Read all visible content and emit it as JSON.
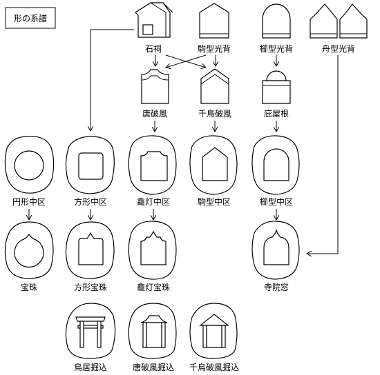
{
  "title": "形の系譜",
  "labels": {
    "shrine": "石祠",
    "koma_kohai": "駒型光背",
    "kushi_kohai": "櫛型光背",
    "fune_kohai": "舟型光背",
    "kara_hafu": "唐破風",
    "chidori_hafu": "千鳥破風",
    "hisashi_yane": "庇屋根",
    "en_chuku": "円形中区",
    "hoke_chuku": "方形中区",
    "gando_chuku": "龕灯中区",
    "koma_chuku": "駒型中区",
    "kushi_chuku": "櫛型中区",
    "hoju": "宝珠",
    "hoke_hoju": "方形宝珠",
    "gando_hoju": "龕灯宝珠",
    "jiin_mado": "寺院窓",
    "torii_horikomi": "鳥居掘込",
    "kara_hafu_horikomi": "唐破風掘込",
    "chidori_hafu_horikomi": "千鳥破風掘込"
  }
}
